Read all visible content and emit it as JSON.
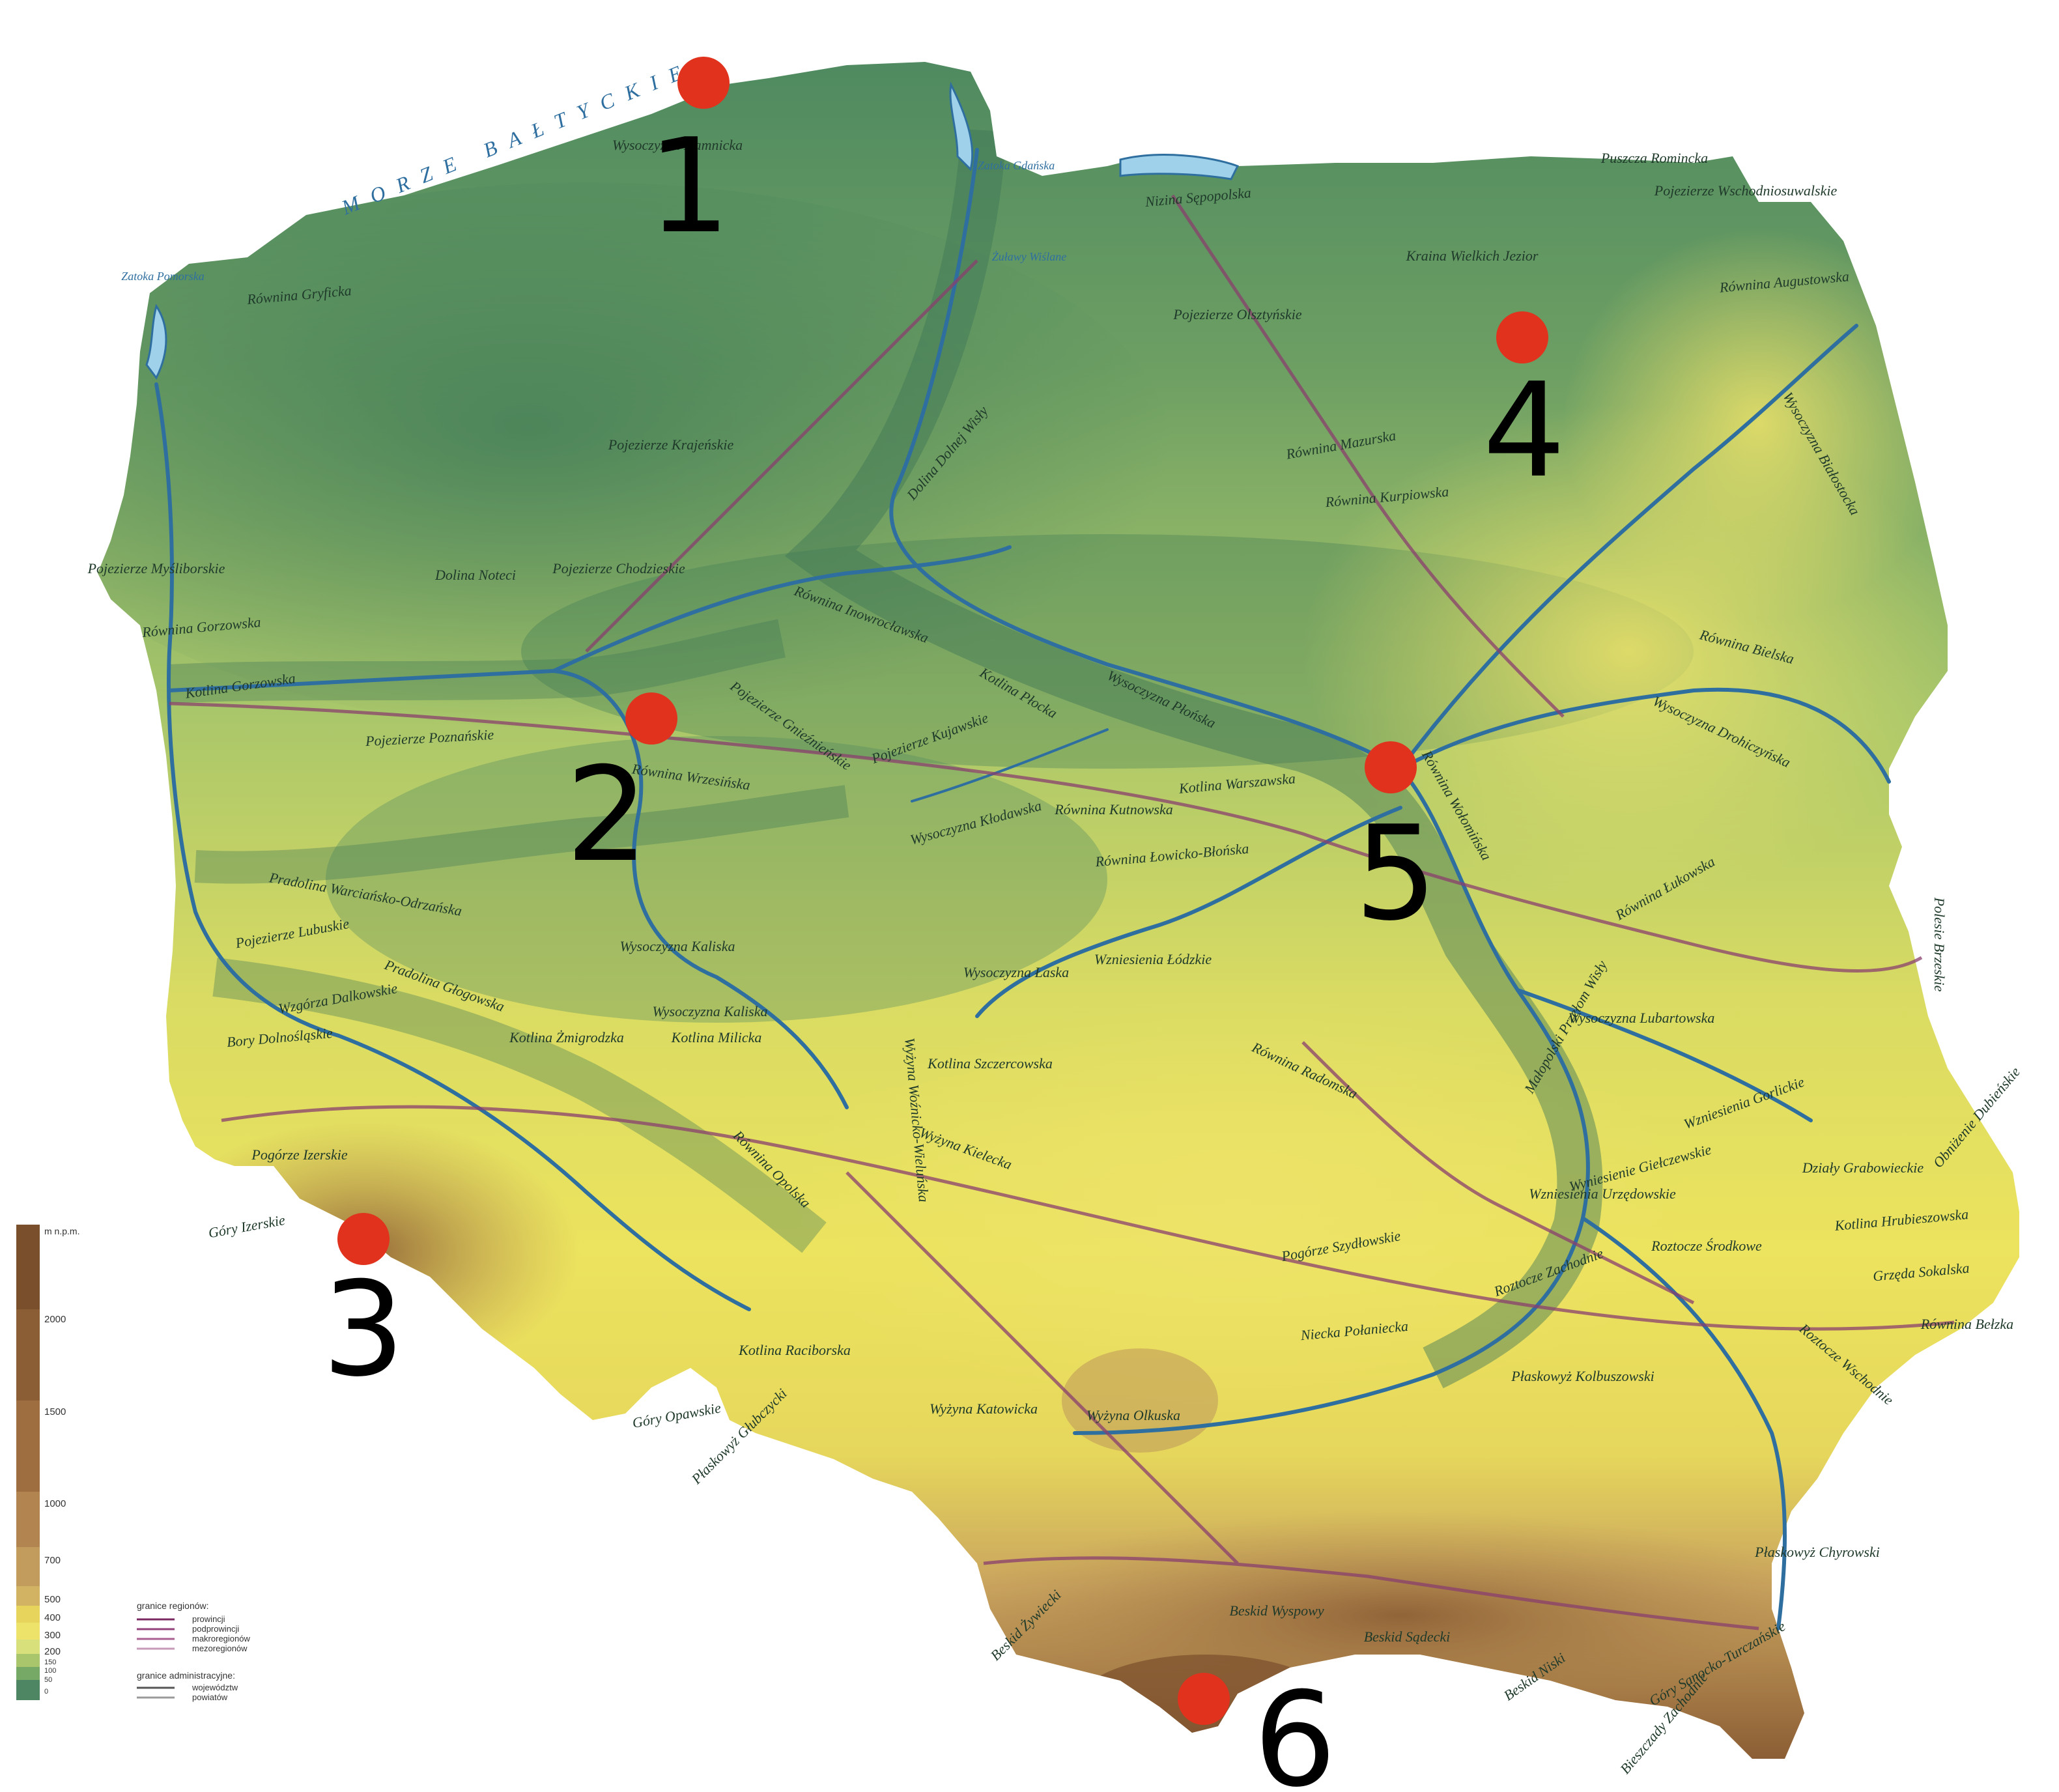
{
  "map": {
    "sea_label": "MORZE BAŁTYCKIE",
    "colors": {
      "lowland_green": "#4f8a60",
      "mid_green": "#7fb068",
      "pale_green": "#b7cf6a",
      "yellow": "#e8e05a",
      "bright_yellow": "#f0e664",
      "brown_light": "#c9a35e",
      "brown_dark": "#8c5e35",
      "river_blue": "#2f6fa0",
      "border_purple": "#8a3f6e",
      "marker_red": "#e0321c"
    },
    "markers": [
      {
        "label": "1"
      },
      {
        "label": "2"
      },
      {
        "label": "3"
      },
      {
        "label": "4"
      },
      {
        "label": "5"
      },
      {
        "label": "6"
      }
    ],
    "region_labels": [
      "Wysoczyzna Damnicka",
      "Równina Gryficka",
      "Pojezierze Myśliborskie",
      "Równina Gorzowska",
      "Kotlina Gorzowska",
      "Pojezierze Poznańskie",
      "Równina Wrzesińska",
      "Pojezierze Krajeńskie",
      "Pojezierze Gnieźnieńskie",
      "Pojezierze Kujawskie",
      "Kotlina Płocka",
      "Wysoczyzna Płońska",
      "Kotlina Warszawska",
      "Równina Wołomińska",
      "Równina Kutnowska",
      "Równina Łowicko-Błońska",
      "Wysoczyzna Kłodawska",
      "Wysoczyzna Kaliska",
      "Wysoczyzna Łaska",
      "Wzniesienia Łódzkie",
      "Równina Radomska",
      "Równina Kurpiowska",
      "Równina Mazurska",
      "Pojezierze Olsztyńskie",
      "Nizina Sępopolska",
      "Równina Augustowska",
      "Wysoczyzna Białostocka",
      "Równina Bielska",
      "Wysoczyzna Drohiczyńska",
      "Równina Łukowska",
      "Wysoczyzna Lubartowska",
      "Wyżyna Kielecka",
      "Pogórze Szydłowskie",
      "Niecka Połaniecka",
      "Płaskowyż Kolbuszowski",
      "Wysoczyzna Kaliska",
      "Kotlina Milicka",
      "Kotlina Żmigrodzka",
      "Pradolina Głogowska",
      "Wzgórza Dalkowskie",
      "Bory Dolnośląskie",
      "Równina Opolska",
      "Wyżyna Olkuska",
      "Wyżyna Katowicka",
      "Kotlina Raciborska",
      "Płaskowyż Głubczycki",
      "Pogórze Izerskie",
      "Góry Izerskie",
      "Beskid Żywiecki",
      "Beskid Wyspowy",
      "Beskid Niski",
      "Beskid Sądecki",
      "Bieszczady Zachodnie",
      "Góry Sanocko-Turczańskie",
      "Roztocze Zachodnie",
      "Roztocze Środkowe",
      "Roztocze Wschodnie",
      "Kotlina Hrubieszowska",
      "Grzęda Sokalska",
      "Równina Bełzka",
      "Działy Grabowieckie",
      "Wyniesienie Giełczewskie",
      "Wzniesienia Urzędowskie",
      "Polesie Brzeskie",
      "Obniżenie Dubieńskie",
      "Żuławy Wiślane",
      "Zatoka Gdańska",
      "Zatoka Pomorska",
      "Dolina Dolnej Wisły",
      "Dolina Noteci",
      "Kraina Wielkich Jezior",
      "Puszcza Romincka",
      "Pojezierze Wschodniosuwalskie",
      "Równina Inowrocławska",
      "Pojezierze Chodzieskie",
      "Kotlina Szczercowska",
      "Wyżyna Woźnicko-Wieluńska",
      "Pradolina Warciańsko-Odrzańska",
      "Góry Opawskie",
      "Płaskowyż Chyrowski",
      "Wzniesienia Gorlickie",
      "Małopolski Przełom Wisły",
      "Pojezierze Lubuskie"
    ],
    "legend": {
      "scale_unit": "m n.p.m.",
      "scale_ticks": [
        "2000",
        "1500",
        "1000",
        "700",
        "500",
        "400",
        "300",
        "200",
        "150",
        "100",
        "50",
        "0"
      ],
      "scale_colors": [
        "#7a4f2c",
        "#8c5e35",
        "#9e6e40",
        "#b2844f",
        "#c29c5c",
        "#d2b364",
        "#e6d45c",
        "#eee36a",
        "#d7e07a",
        "#a9c66c",
        "#76a866",
        "#4e8562"
      ],
      "region_bounds_title": "granice regionów:",
      "region_bounds": [
        {
          "label": "prowincji",
          "color": "#7a2a60"
        },
        {
          "label": "podprowincji",
          "color": "#914079"
        },
        {
          "label": "makroregionów",
          "color": "#a96090"
        },
        {
          "label": "mezoregionów",
          "color": "#c79ab8"
        }
      ],
      "admin_bounds_title": "granice administracyjne:",
      "admin_bounds": [
        {
          "label": "województw",
          "color": "#555555"
        },
        {
          "label": "powiatów",
          "color": "#999999"
        }
      ]
    }
  }
}
